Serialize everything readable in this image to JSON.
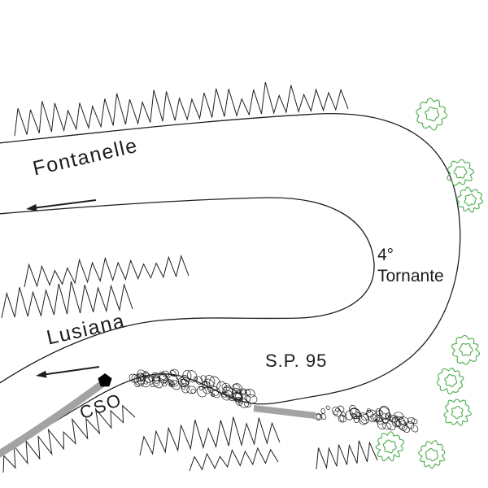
{
  "map": {
    "labels": {
      "fontanelle": "Fontanelle",
      "lusiana": "Lusiana",
      "tornante_line1": "4°",
      "tornante_line2": "Tornante",
      "road_name": "S.P. 95",
      "cso": "CSO"
    },
    "colors": {
      "ink": "#1f1f1f",
      "tree_green": "#55b155",
      "guardrail_gray": "#a3a3a3",
      "marker_black": "#000000",
      "background": "#ffffff"
    },
    "icons": {
      "fontanelle_arrow": "left-arrow-icon",
      "lusiana_arrow": "left-arrow-icon",
      "start_marker": "pentagon-marker-icon",
      "vegetation": "tree-scribble-icon",
      "hedge": "hedge-scribble-icon",
      "slope": "zigzag-slope-hatching-icon",
      "guardrail": "guardrail-bar-icon"
    }
  }
}
